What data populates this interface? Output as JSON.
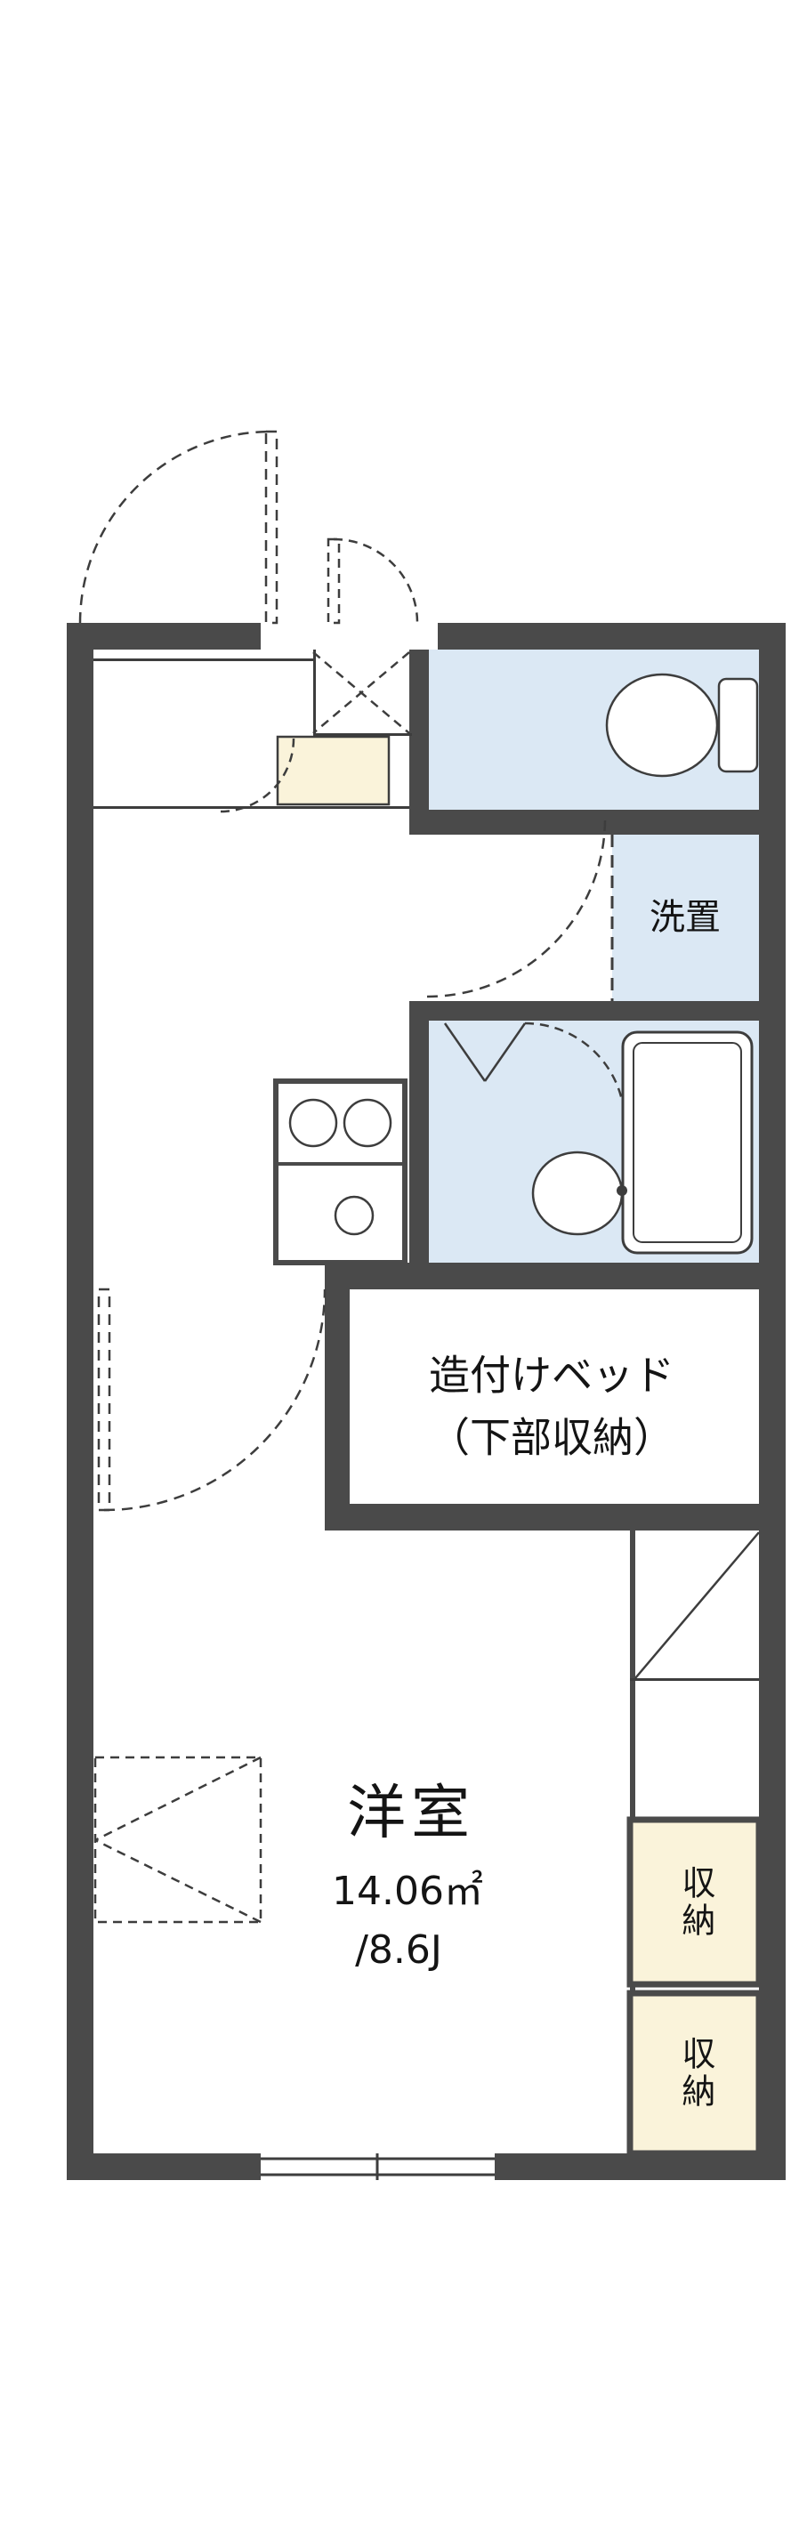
{
  "floor_plan": {
    "rooms": {
      "laundry_label": "洗置",
      "bed_label_line1": "造付けベッド",
      "bed_label_line2": "（下部収納）",
      "main_room_name": "洋室",
      "main_room_area_m2": "14.06㎡",
      "main_room_area_jo": "/8.6J",
      "storage_top_label": "収納",
      "storage_bottom_label": "収納"
    },
    "fixtures": {
      "toilet": "toilet-fixture",
      "bathtub": "bathtub",
      "washbasin": "washbasin",
      "stove": "two-burner-stove",
      "sink": "sink"
    },
    "colors": {
      "wall": "#4a4a4a",
      "wet_area_floor": "#dbe8f4",
      "storage_fill": "#faf3da",
      "line": "#3d3d3d",
      "background": "#ffffff"
    }
  }
}
